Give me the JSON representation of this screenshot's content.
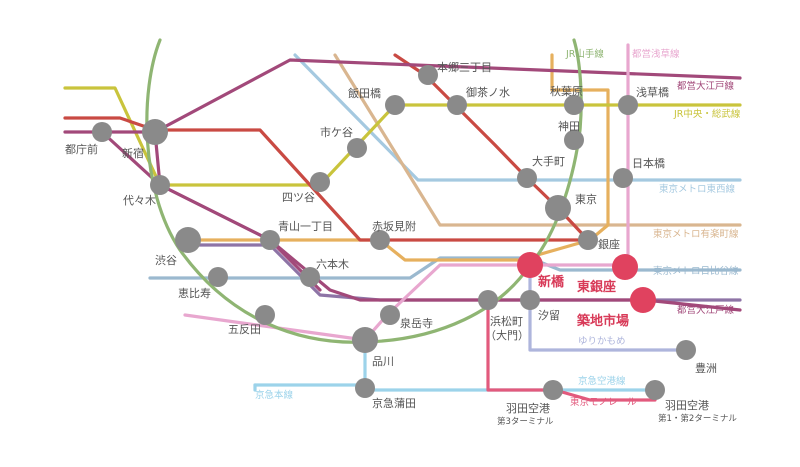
{
  "colors": {
    "yamanote": "#8fb573",
    "oedo": "#a2497a",
    "chuo": "#c9c43c",
    "marunouchi": "#c94a43",
    "hanzomon": "#8e74a6",
    "ginza": "#e6b05e",
    "tozai": "#a5c9e0",
    "yurakucho": "#d9b690",
    "hibiya": "#9bb9cf",
    "asakusa": "#e8a7cf",
    "yurikamome": "#aeb5dc",
    "keikyu": "#9cd3ea",
    "monorail": "#e25a7d",
    "station": "#8a8a8a",
    "highlight": "#e0425f"
  },
  "line_labels": {
    "yamanote": "JR山手線",
    "asakusa": "都営浅草線",
    "oedo_top": "都営大江戸線",
    "chuo": "JR中央・総武線",
    "tozai": "東京メトロ東西線",
    "yurakucho": "東京メトロ有楽町線",
    "hibiya": "東京メトロ日比谷線",
    "oedo_bottom": "都営大江戸線",
    "yurikamome": "ゆりかもめ",
    "keikyu_main": "京急本線",
    "keikyu_airport": "京急空港線",
    "monorail": "東京モノレール"
  },
  "stations": {
    "tochomae": "都庁前",
    "shinjuku": "新宿",
    "yoyogi": "代々木",
    "shibuya": "渋谷",
    "ebisu": "恵比寿",
    "gotanda": "五反田",
    "shinagawa": "品川",
    "sengakuji": "泉岳寺",
    "keikyu_kamata": "京急蒲田",
    "roppongi": "六本木",
    "aoyama": "青山一丁目",
    "yotsuya": "四ツ谷",
    "ichigaya": "市ケ谷",
    "iidabashi": "飯田橋",
    "hongo": "本郷三丁目",
    "ochanomizu": "御茶ノ水",
    "akihabara": "秋葉原",
    "asakusabashi": "浅草橋",
    "kanda": "神田",
    "otemachi": "大手町",
    "tokyo": "東京",
    "nihonbashi": "日本橋",
    "ginza": "銀座",
    "akasaka": "赤坂見附",
    "shinbashi": "新橋",
    "higashiginza": "東銀座",
    "tsukiji": "築地市場",
    "hamamatsucho": "浜松町",
    "daimon": "（大門）",
    "shiodome": "汐留",
    "toyosu": "豊洲",
    "haneda3": "羽田空港",
    "haneda3_sub": "第3ターミナル",
    "haneda12": "羽田空港",
    "haneda12_sub": "第1・第2ターミナル"
  }
}
